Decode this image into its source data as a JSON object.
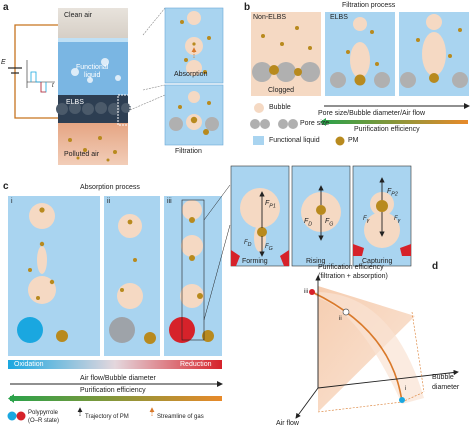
{
  "panels": {
    "a": {
      "letter": "a",
      "clean_air": "Clean air",
      "functional_liquid_line1": "Functional",
      "functional_liquid_line2": "liquid",
      "elbs": "ELBS",
      "polluted_air": "Polluted air",
      "absorption": "Absorption",
      "filtration": "Filtration",
      "voltage": "E",
      "time": "t"
    },
    "b": {
      "letter": "b",
      "title": "Filtration process",
      "non_elbs": "Non-ELBS",
      "elbs": "ELBS",
      "clogged": "Clogged",
      "arrow_label": "Pore size/Bubble diameter/Air flow",
      "efficiency_label": "Purification efficiency",
      "legend": {
        "bubble": "Bubble",
        "pore_size": "Pore size",
        "functional_liquid": "Functional liquid",
        "pm": "PM"
      }
    },
    "c": {
      "letter": "c",
      "title": "Absorption process",
      "roman": [
        "i",
        "ii",
        "iii"
      ],
      "oxidation": "Oxidation",
      "reduction": "Reduction",
      "airflow_label": "Air flow/Bubble diameter",
      "efficiency_label": "Purification efficiency",
      "legend": {
        "polypyrrole_line1": "Polypyrrole",
        "polypyrrole_line2": "(O–R state)",
        "trajectory": "Trajectory of PM",
        "streamline": "Streamline of gas"
      },
      "forces": {
        "forming": "Forming",
        "rising": "Rising",
        "capturing": "Capturing",
        "F": "F",
        "sub_P1": "P1",
        "sub_G": "G",
        "sub_D": "D",
        "sub_P2": "P2",
        "gamma": "γ"
      }
    },
    "d": {
      "letter": "d",
      "axis_z_line1": "Purification efficiency",
      "axis_z_line2": "(filtration + absorption)",
      "axis_y_line1": "Bubble",
      "axis_y_line2": "diameter",
      "axis_x": "Air flow",
      "points": [
        "i",
        "ii",
        "iii"
      ]
    }
  },
  "colors": {
    "liquid": "#a9d4f0",
    "bubble": "#f5d9c3",
    "pm": "#b88a1e",
    "oxidation": "#1aa7e0",
    "reduction": "#d6222a",
    "efficiency_start": "#2aa24a",
    "efficiency_end": "#e88a2a"
  }
}
